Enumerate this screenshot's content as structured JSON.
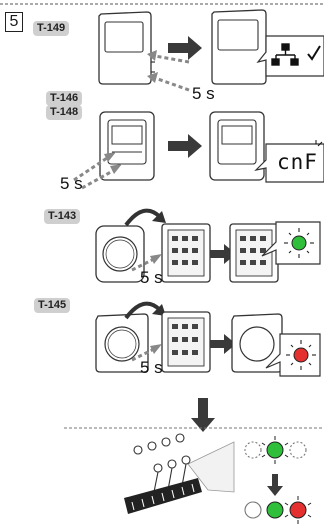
{
  "step": {
    "number": "5"
  },
  "sections": [
    {
      "tags": [
        "T-149"
      ],
      "hold_label": "5 s"
    },
    {
      "tags": [
        "T-146",
        "T-148"
      ],
      "hold_label": "5 s",
      "display_text": "cnF"
    },
    {
      "tags": [
        "T-143"
      ],
      "hold_label": "5 s",
      "led_color": "#2fbf3a"
    },
    {
      "tags": [
        "T-145"
      ],
      "hold_label": "5 s",
      "led_color": "#e53030"
    }
  ],
  "colors": {
    "green": "#2fbf3a",
    "red": "#e53030",
    "arrow": "#3a3a3a",
    "tag_bg": "#cfcfcf"
  },
  "icons": [
    "network-icon",
    "check-icon",
    "led-flash-icon",
    "arrow-right-icon",
    "arrow-down-icon"
  ]
}
